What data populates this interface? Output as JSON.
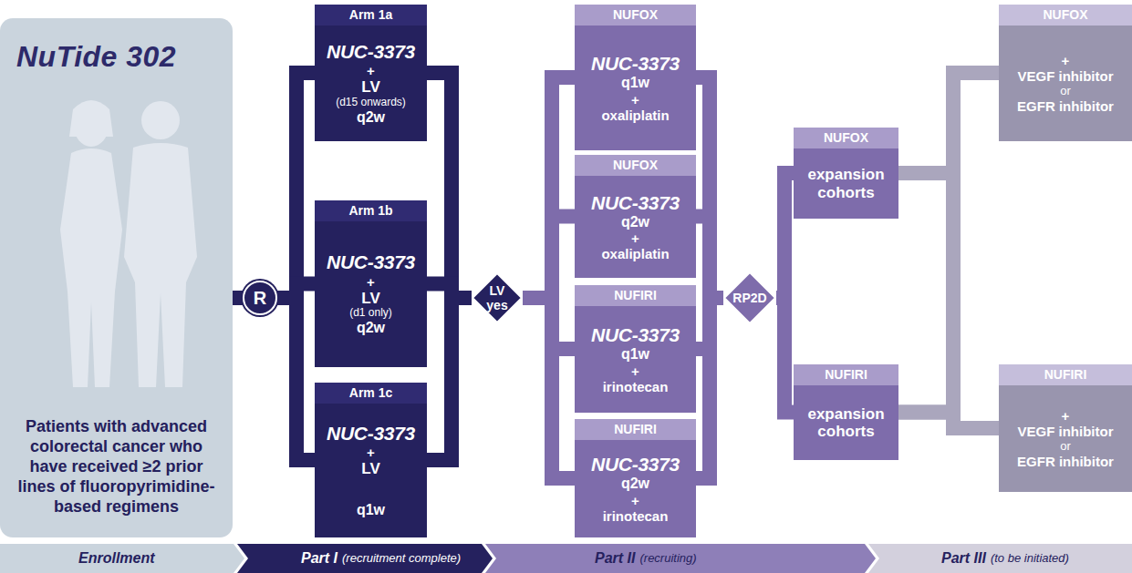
{
  "diagram": {
    "nodes": [
      {
        "text": [
          "NuTide 302",
          "Patients with advanced colorectal cancer who have received ≥2 prior lines of fluoropyrimidine-based regimens"
        ]
      },
      {
        "text": [
          "R"
        ]
      },
      {
        "text": [
          "Arm 1a",
          "NUC-3373",
          "+",
          "LV",
          "(d15 onwards)",
          "q2w"
        ]
      },
      {
        "text": [
          "Arm 1b",
          "NUC-3373",
          "+",
          "LV",
          "(d1 only)",
          "q2w"
        ]
      },
      {
        "text": [
          "Arm 1c",
          "NUC-3373",
          "+",
          "LV",
          "q1w"
        ]
      },
      {
        "text": [
          "LV yes"
        ]
      },
      {
        "text": [
          "NUFOX",
          "NUC-3373",
          "q1w",
          "+",
          "oxaliplatin"
        ]
      },
      {
        "text": [
          "NUFOX",
          "NUC-3373",
          "q2w",
          "+",
          "oxaliplatin"
        ]
      },
      {
        "text": [
          "NUFIRI",
          "NUC-3373",
          "q1w",
          "+",
          "irinotecan"
        ]
      },
      {
        "text": [
          "NUFIRI",
          "NUC-3373",
          "q2w",
          "+",
          "irinotecan"
        ]
      },
      {
        "text": [
          "RP2D"
        ]
      },
      {
        "text": [
          "NUFOX",
          "expansion cohorts"
        ]
      },
      {
        "text": [
          "NUFIRI",
          "expansion cohorts"
        ]
      },
      {
        "text": [
          "NUFOX",
          "+",
          "VEGF inhibitor",
          "or",
          "EGFR inhibitor"
        ]
      },
      {
        "text": [
          "NUFIRI",
          "+",
          "VEGF inhibitor",
          "or",
          "EGFR inhibitor"
        ]
      },
      {
        "text": [
          "Enrollment"
        ]
      },
      {
        "text": [
          "Part I",
          "(recruitment complete)"
        ]
      },
      {
        "text": [
          "Part II",
          "(recruiting)"
        ]
      },
      {
        "text": [
          "Part III",
          "(to be initiated)"
        ]
      }
    ],
    "edges": [
      {
        "from": 0,
        "to": 1,
        "arrow": "none"
      },
      {
        "from": 1,
        "to": 2,
        "arrow": "none"
      },
      {
        "from": 1,
        "to": 3,
        "arrow": "none"
      },
      {
        "from": 1,
        "to": 4,
        "arrow": "none"
      },
      {
        "from": 2,
        "to": 5,
        "arrow": "none"
      },
      {
        "from": 3,
        "to": 5,
        "arrow": "none"
      },
      {
        "from": 4,
        "to": 5,
        "arrow": "none"
      },
      {
        "from": 5,
        "to": 6,
        "arrow": "none"
      },
      {
        "from": 5,
        "to": 7,
        "arrow": "none"
      },
      {
        "from": 5,
        "to": 8,
        "arrow": "none"
      },
      {
        "from": 5,
        "to": 9,
        "arrow": "none"
      },
      {
        "from": 6,
        "to": 10,
        "arrow": "none"
      },
      {
        "from": 7,
        "to": 10,
        "arrow": "none"
      },
      {
        "from": 8,
        "to": 10,
        "arrow": "none"
      },
      {
        "from": 9,
        "to": 10,
        "arrow": "none"
      },
      {
        "from": 10,
        "to": 11,
        "arrow": "none"
      },
      {
        "from": 10,
        "to": 12,
        "arrow": "none"
      },
      {
        "from": 11,
        "to": 13,
        "arrow": "none"
      },
      {
        "from": 11,
        "to": 14,
        "arrow": "none"
      },
      {
        "from": 12,
        "to": 13,
        "arrow": "none"
      },
      {
        "from": 12,
        "to": 14,
        "arrow": "none"
      }
    ]
  }
}
